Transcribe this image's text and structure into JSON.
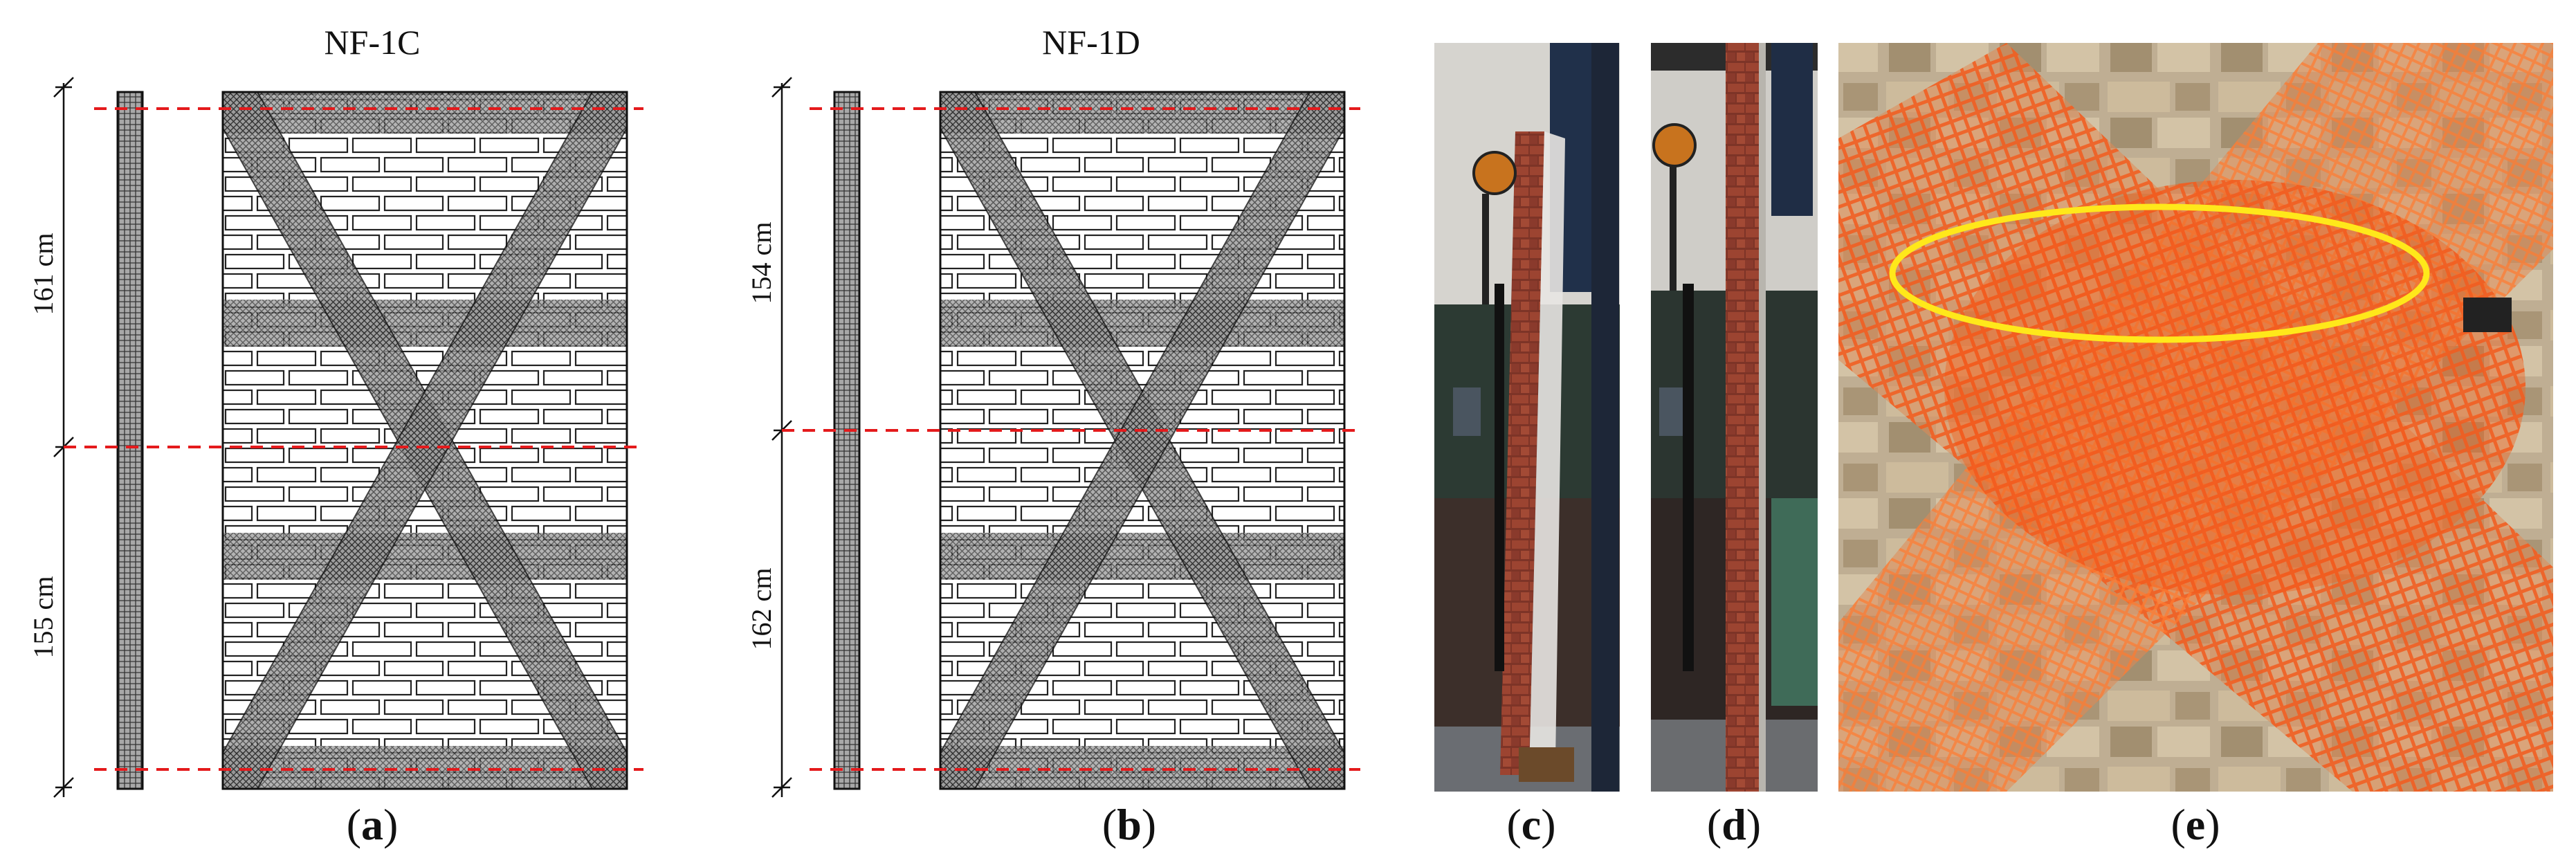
{
  "panel_a": {
    "title": "NF-1C",
    "dim_top": "161 cm",
    "dim_bottom": "155 cm",
    "caption_open": "(",
    "caption_letter": "a",
    "caption_close": ")"
  },
  "panel_b": {
    "title": "NF-1D",
    "dim_top": "154 cm",
    "dim_bottom": "162 cm",
    "caption_open": "(",
    "caption_letter": "b",
    "caption_close": ")"
  },
  "panel_c": {
    "caption_open": "(",
    "caption_letter": "c",
    "caption_close": ")"
  },
  "panel_d": {
    "caption_open": "(",
    "caption_letter": "d",
    "caption_close": ")"
  },
  "panel_e": {
    "caption_open": "(",
    "caption_letter": "e",
    "caption_close": ")"
  },
  "colors": {
    "section_line": "#e41a1c",
    "highlight_ellipse": "#ffe81a",
    "mesh": "#f26a1b",
    "brick": "#8c3a2a",
    "frame": "#1f2a3a"
  },
  "icons": {
    "dimension_tick": "slash-tick-icon",
    "highlight": "ellipse-highlight-icon"
  }
}
